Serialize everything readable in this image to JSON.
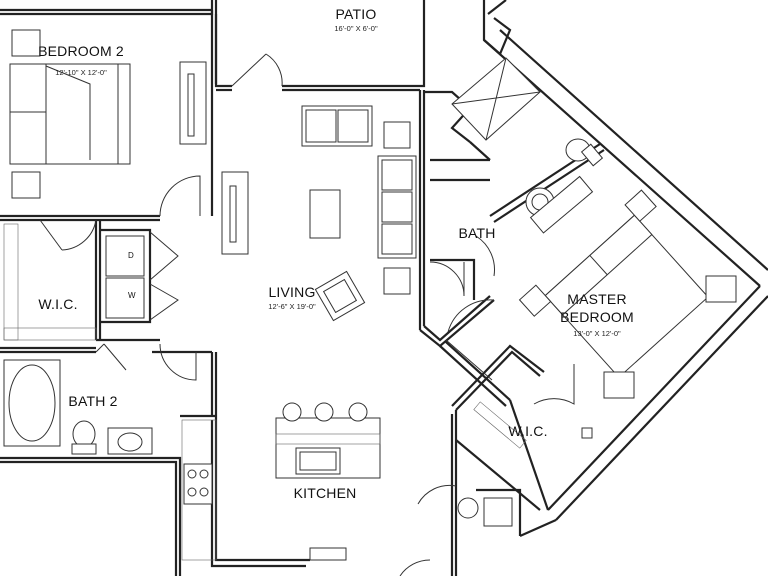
{
  "rooms": {
    "patio": {
      "name": "PATIO",
      "dims": "16'-0\" X 6'-0\""
    },
    "bedroom2": {
      "name": "BEDROOM 2",
      "dims": "12'-10\" X 12'-0\""
    },
    "wic_left": {
      "name": "W.I.C."
    },
    "bath2": {
      "name": "BATH 2"
    },
    "living": {
      "name": "LIVING",
      "dims": "12'-6\" X 19'-0\""
    },
    "kitchen": {
      "name": "KITCHEN"
    },
    "bath": {
      "name": "BATH"
    },
    "master": {
      "name_line1": "MASTER",
      "name_line2": "BEDROOM",
      "dims": "13'-0\" X 12'-0\""
    },
    "wic_right": {
      "name": "W.I.C."
    }
  },
  "appliances": {
    "dryer": "D",
    "washer": "W"
  }
}
